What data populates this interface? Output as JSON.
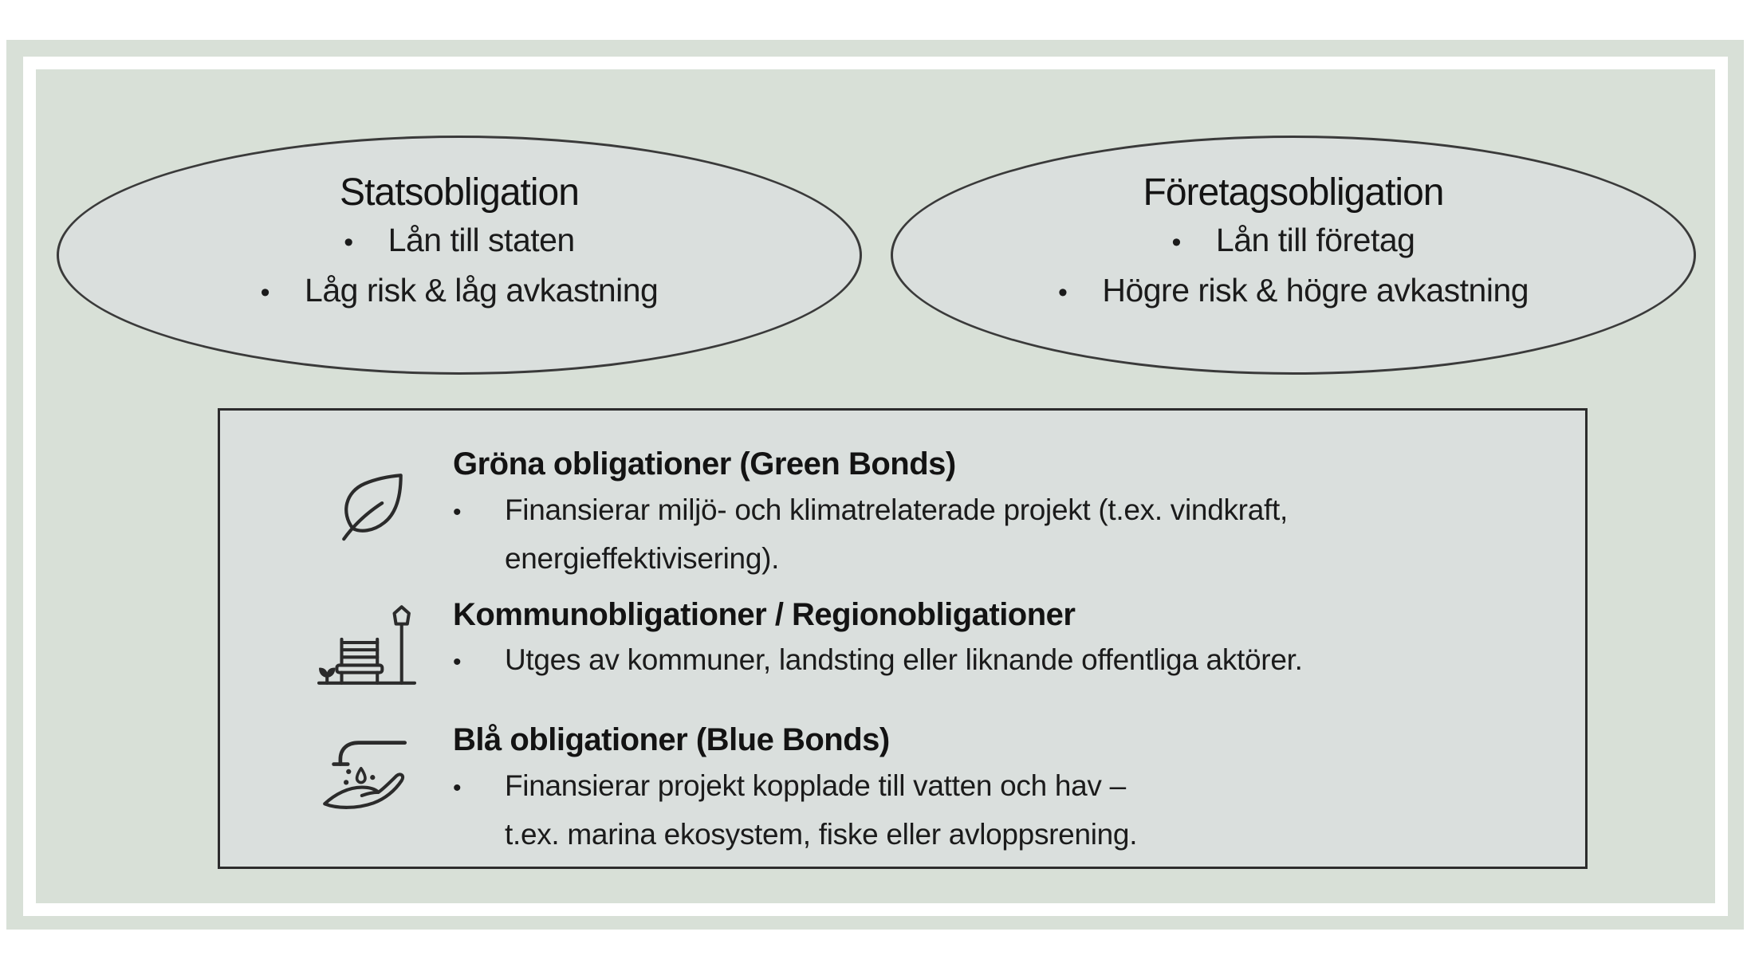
{
  "bullet_char": "•",
  "colors": {
    "page_background": "#ffffff",
    "panel_green": "#d8e0d7",
    "shape_fill": "#dadfdd",
    "shape_stroke": "#3a3a3a",
    "text": "#1b1b1b"
  },
  "ellipses": [
    {
      "title": "Statsobligation",
      "bullets": [
        "Lån till staten",
        "Låg risk & låg avkastning"
      ]
    },
    {
      "title": "Företagsobligation",
      "bullets": [
        "Lån till företag",
        "Högre risk & högre avkastning"
      ]
    }
  ],
  "box": {
    "sections": [
      {
        "icon": "leaf-icon",
        "heading": "Gröna obligationer (Green Bonds)",
        "lines": [
          "Finansierar miljö- och klimatrelaterade projekt (t.ex. vindkraft,",
          "energieffektivisering)."
        ]
      },
      {
        "icon": "park-bench-icon",
        "heading": "Kommunobligationer / Regionobligationer",
        "lines": [
          "Utges av kommuner, landsting eller liknande offentliga aktörer."
        ]
      },
      {
        "icon": "hand-wash-icon",
        "heading": "Blå obligationer (Blue Bonds)",
        "lines": [
          "Finansierar projekt kopplade till vatten och hav –",
          "t.ex. marina ekosystem, fiske eller avloppsrening."
        ]
      }
    ]
  }
}
